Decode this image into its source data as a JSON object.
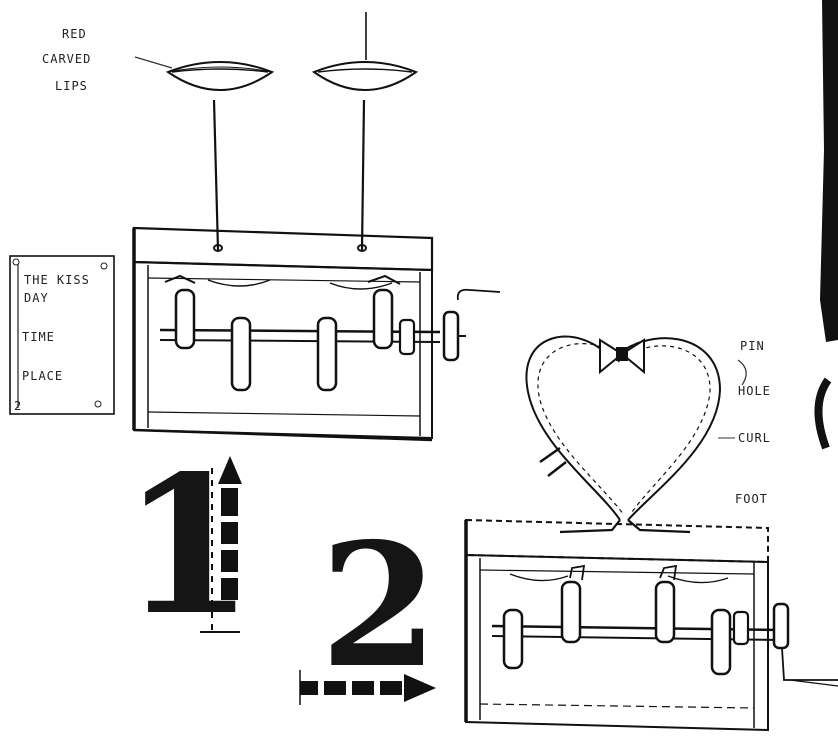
{
  "annotations": {
    "lips_line1": "RED",
    "lips_line2": "CARVED",
    "lips_line3": "LIPS",
    "tag_line1": "THE KISS",
    "tag_line2": "DAY",
    "tag_line3": "TIME",
    "tag_line4": "PLACE",
    "heart_pin": "PIN",
    "heart_right": "HOLE",
    "heart_right2": "CURL",
    "heart_right3": "FOOT"
  },
  "steps": {
    "step1": "1",
    "step2": "2"
  }
}
